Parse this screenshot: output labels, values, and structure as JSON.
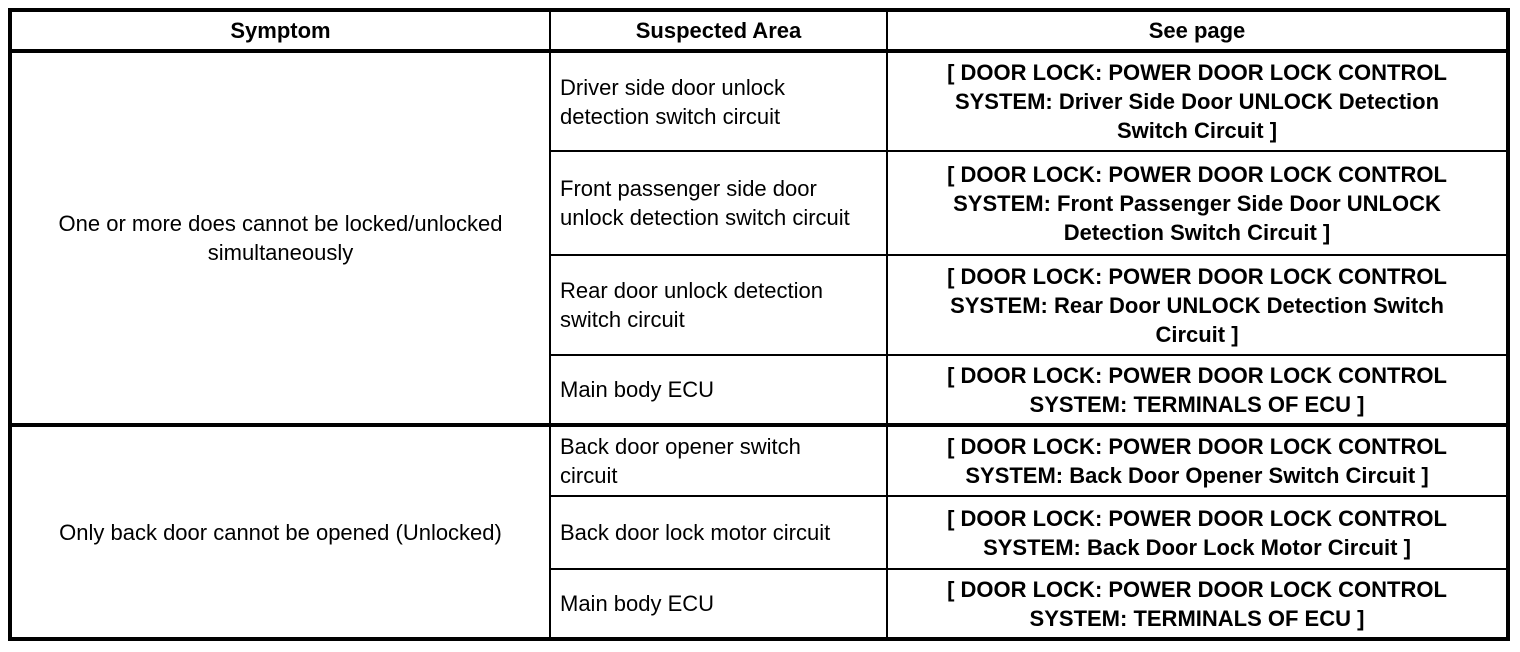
{
  "page": {
    "background": "#ffffff",
    "border_color": "#000000",
    "text_color": "#000000"
  },
  "table": {
    "headers": {
      "symptom": "Symptom",
      "suspected_area": "Suspected Area",
      "see_page": "See page"
    },
    "groups": [
      {
        "symptom": "One or more does cannot be locked/unlocked simultaneously",
        "rows": [
          {
            "suspected_area": "Driver side door unlock detection switch circuit",
            "see_page": "[ DOOR LOCK: POWER DOOR LOCK CONTROL SYSTEM: Driver Side Door UNLOCK Detection Switch Circuit ]"
          },
          {
            "suspected_area": "Front passenger side door unlock detection switch circuit",
            "see_page": "[ DOOR LOCK: POWER DOOR LOCK CONTROL SYSTEM: Front Passenger Side Door UNLOCK Detection Switch Circuit ]"
          },
          {
            "suspected_area": "Rear door unlock detection switch circuit",
            "see_page": "[ DOOR LOCK: POWER DOOR LOCK CONTROL SYSTEM: Rear Door UNLOCK Detection Switch Circuit ]"
          },
          {
            "suspected_area": "Main body ECU",
            "see_page": "[ DOOR LOCK: POWER DOOR LOCK CONTROL SYSTEM: TERMINALS OF ECU ]"
          }
        ]
      },
      {
        "symptom": "Only back door cannot be opened (Unlocked)",
        "rows": [
          {
            "suspected_area": "Back door opener switch circuit",
            "see_page": "[ DOOR LOCK: POWER DOOR LOCK CONTROL SYSTEM: Back Door Opener Switch Circuit ]"
          },
          {
            "suspected_area": "Back door lock motor circuit",
            "see_page": "[ DOOR LOCK: POWER DOOR LOCK CONTROL SYSTEM: Back Door Lock Motor Circuit ]"
          },
          {
            "suspected_area": "Main body ECU",
            "see_page": "[ DOOR LOCK: POWER DOOR LOCK CONTROL SYSTEM: TERMINALS OF ECU ]"
          }
        ]
      }
    ]
  }
}
